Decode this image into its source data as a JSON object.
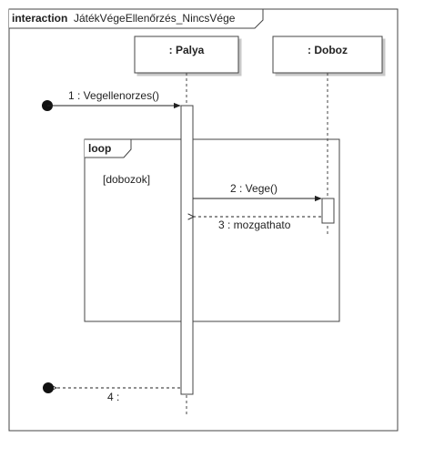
{
  "frame": {
    "keyword": "interaction",
    "name": "JátékVégeEllenőrzés_NincsVége"
  },
  "lifelines": {
    "palya": {
      "label": ": Palya"
    },
    "doboz": {
      "label": ": Doboz"
    }
  },
  "fragment": {
    "operator": "loop",
    "guard": "[dobozok]"
  },
  "messages": {
    "m1": "1 : Vegellenorzes()",
    "m2": "2 : Vege()",
    "m3": "3 : mozgathato",
    "m4": "4 :"
  }
}
